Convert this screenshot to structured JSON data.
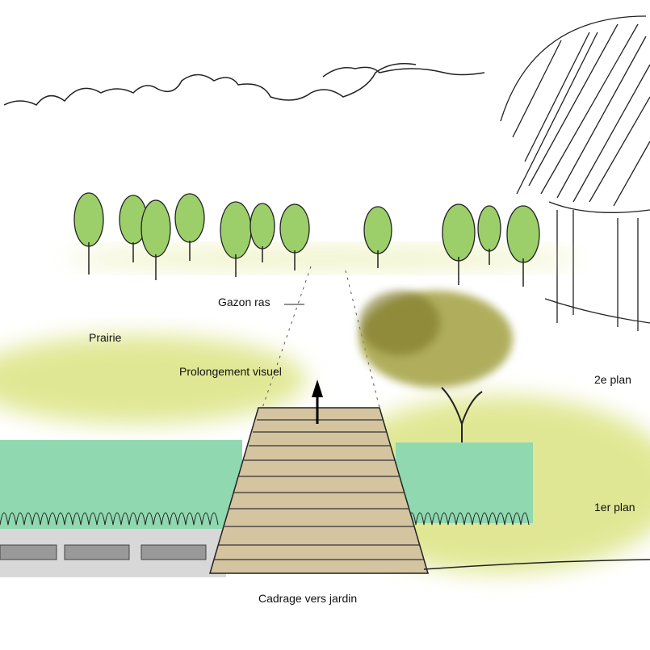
{
  "labels": {
    "gazon": "Gazon ras",
    "prairie": "Prairie",
    "prolongement": "Prolongement visuel",
    "second_plan": "2e plan",
    "premier_plan": "1er plan",
    "cadrage": "Cadrage vers jardin"
  },
  "colors": {
    "lawn_yellow": "#d9e27a",
    "hedge_green": "#8fd8b0",
    "tree_green": "#9ccf6a",
    "path_beige": "#d4c4a0",
    "shrub_olive": "#a3a040",
    "paving_grey": "#d8d8d8"
  }
}
